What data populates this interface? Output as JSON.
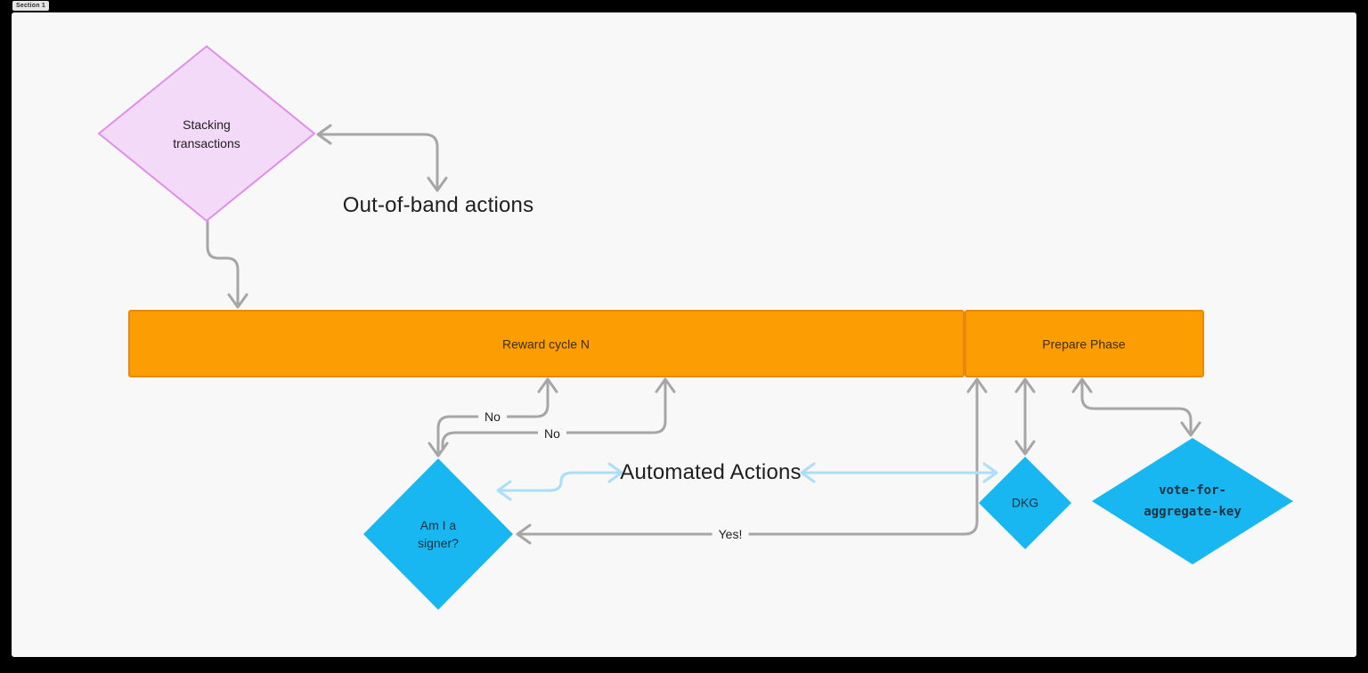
{
  "section": {
    "label": "Section 1"
  },
  "nodes": {
    "stacking": {
      "label": "Stacking\ntransactions",
      "shape": "diamond",
      "fill": "#f3daf8",
      "border": "#e08fe8"
    },
    "reward_cycle": {
      "label": "Reward cycle N",
      "shape": "rectangle",
      "fill": "#fc9e03",
      "border": "#e9890b"
    },
    "prepare_phase": {
      "label": "Prepare Phase",
      "shape": "rectangle",
      "fill": "#fc9e03",
      "border": "#e9890b"
    },
    "signer": {
      "label": "Am I a\nsigner?",
      "shape": "diamond",
      "fill": "#19b7f1"
    },
    "dkg": {
      "label": "DKG",
      "shape": "diamond",
      "fill": "#19b7f1"
    },
    "vote": {
      "label": "vote-for-\naggregate-key",
      "shape": "diamond",
      "fill": "#19b7f1"
    }
  },
  "annotations": {
    "out_of_band": "Out-of-band actions",
    "automated": "Automated Actions"
  },
  "edge_labels": {
    "no_left": "No",
    "no_right": "No",
    "yes": "Yes!"
  },
  "colors": {
    "background": "#000000",
    "section_fill": "#f8f8f8",
    "connector_gray": "#a6a6a6",
    "connector_blue": "#abdef8",
    "shape_blue": "#19b7f1",
    "shape_orange": "#fc9e03",
    "shape_orange_border": "#e9890b",
    "shape_pink": "#f3daf8",
    "shape_pink_border": "#e08fe8",
    "text_dark": "#1e1e1e"
  }
}
